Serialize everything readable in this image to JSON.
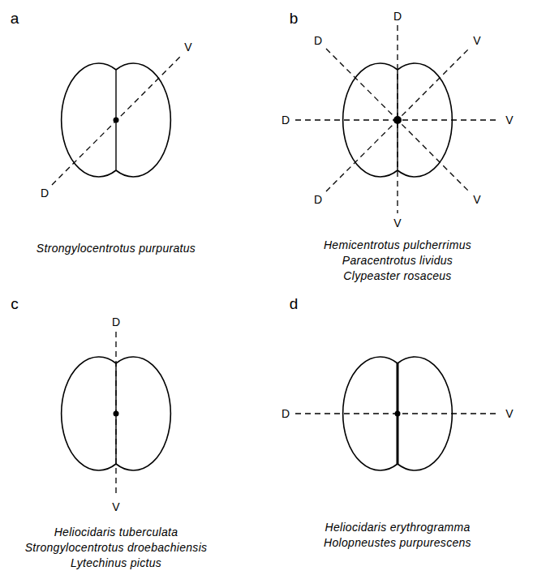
{
  "diagram": {
    "labels": [
      "a",
      "V",
      "D",
      "Strongylocentrotus purpuratus",
      "b",
      "D",
      "D",
      "V",
      "D",
      "V",
      "D",
      "V",
      "V",
      "Hemicentrotus pulcherrimus",
      "Paracentrotus lividus",
      "Clypeaster rosaceus",
      "c",
      "D",
      "V",
      "Heliocidaris tuberculata",
      "Strongylocentrotus droebachiensis",
      "Lytechinus pictus",
      "d",
      "D",
      "V",
      "Heliocidaris erythrogramma",
      "Holopneustes purpurescens"
    ]
  }
}
